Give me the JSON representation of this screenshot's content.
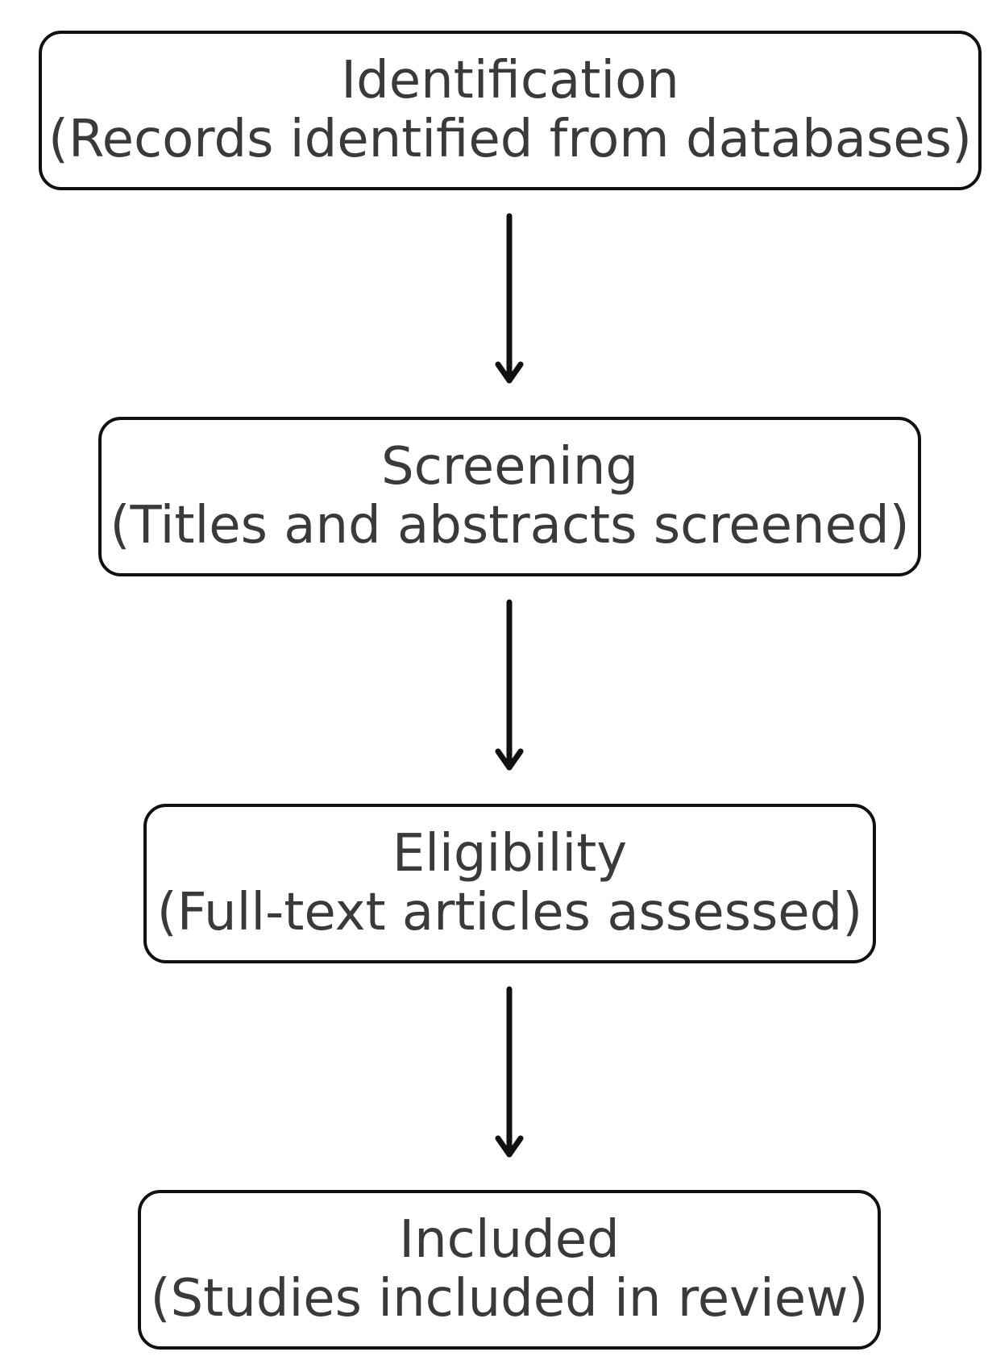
{
  "diagram": {
    "type": "flowchart",
    "stages": [
      {
        "title": "Identification",
        "subtitle": "(Records identified from databases)"
      },
      {
        "title": "Screening",
        "subtitle": "(Titles and abstracts screened)"
      },
      {
        "title": "Eligibility",
        "subtitle": "(Full-text articles assessed)"
      },
      {
        "title": "Included",
        "subtitle": "(Studies included in review)"
      }
    ],
    "connections": [
      {
        "from": "Identification",
        "to": "Screening"
      },
      {
        "from": "Screening",
        "to": "Eligibility"
      },
      {
        "from": "Eligibility",
        "to": "Included"
      }
    ],
    "colors": {
      "stroke": "#111111",
      "text": "#3a3a3a",
      "background": "#ffffff"
    }
  }
}
